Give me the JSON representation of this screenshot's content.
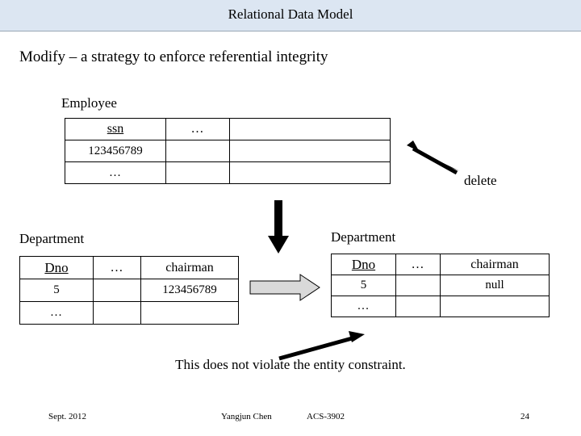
{
  "header": {
    "title": "Relational Data Model"
  },
  "subtitle": "Modify – a strategy to enforce referential integrity",
  "labels": {
    "employee": "Employee",
    "department_left": "Department",
    "department_right": "Department",
    "delete": "delete",
    "note": "This does not violate the entity constraint."
  },
  "employee_table": {
    "header": [
      "ssn",
      "…",
      ""
    ],
    "rows": [
      [
        "123456789",
        "",
        ""
      ],
      [
        "…",
        "",
        ""
      ]
    ]
  },
  "department_left_table": {
    "header": [
      "Dno",
      "…",
      "chairman"
    ],
    "rows": [
      [
        "5",
        "",
        "123456789"
      ],
      [
        "…",
        "",
        ""
      ]
    ]
  },
  "department_right_table": {
    "header": [
      "Dno",
      "…",
      "chairman"
    ],
    "rows": [
      [
        "5",
        "",
        "null"
      ],
      [
        "…",
        "",
        ""
      ]
    ]
  },
  "footer": {
    "date": "Sept. 2012",
    "author": "Yangjun Chen",
    "course": "ACS-3902",
    "page": "24"
  },
  "colors": {
    "title_bg": "#dce6f2",
    "arrow_fill": "#d9d9d9",
    "arrow_stroke": "#000000"
  }
}
